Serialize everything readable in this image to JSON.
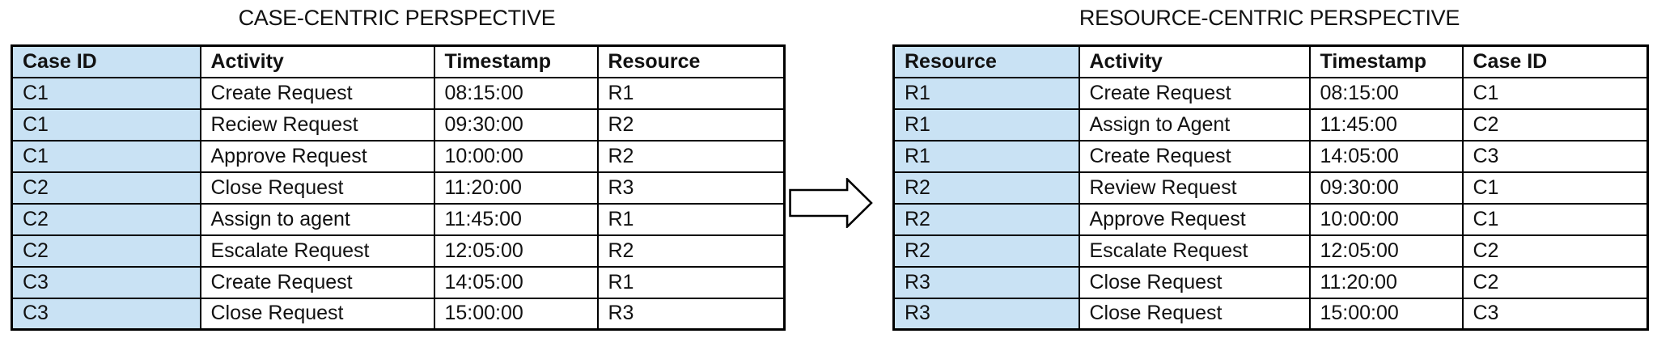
{
  "colors": {
    "highlight": "#c9e2f4",
    "border": "#000000",
    "background": "#ffffff",
    "text": "#111111"
  },
  "arrow": {
    "icon": "right-arrow",
    "direction": "right"
  },
  "tables": [
    {
      "id": "case-centric",
      "title": "CASE-CENTRIC PERSPECTIVE",
      "headers": [
        "Case ID",
        "Activity",
        "Timestamp",
        "Resource"
      ],
      "highlight_column": 0,
      "rows": [
        [
          "C1",
          "Create Request",
          "08:15:00",
          "R1"
        ],
        [
          "C1",
          "Reciew Request",
          "09:30:00",
          "R2"
        ],
        [
          "C1",
          "Approve Request",
          "10:00:00",
          "R2"
        ],
        [
          "C2",
          "Close Request",
          "11:20:00",
          "R3"
        ],
        [
          "C2",
          "Assign to agent",
          "11:45:00",
          "R1"
        ],
        [
          "C2",
          "Escalate Request",
          "12:05:00",
          "R2"
        ],
        [
          "C3",
          "Create Request",
          "14:05:00",
          "R1"
        ],
        [
          "C3",
          "Close Request",
          "15:00:00",
          "R3"
        ]
      ]
    },
    {
      "id": "resource-centric",
      "title": "RESOURCE-CENTRIC PERSPECTIVE",
      "headers": [
        "Resource",
        "Activity",
        "Timestamp",
        "Case ID"
      ],
      "highlight_column": 0,
      "rows": [
        [
          "R1",
          "Create Request",
          "08:15:00",
          "C1"
        ],
        [
          "R1",
          "Assign to Agent",
          "11:45:00",
          "C2"
        ],
        [
          "R1",
          "Create Request",
          "14:05:00",
          "C3"
        ],
        [
          "R2",
          "Review Request",
          "09:30:00",
          "C1"
        ],
        [
          "R2",
          "Approve Request",
          "10:00:00",
          "C1"
        ],
        [
          "R2",
          "Escalate Request",
          "12:05:00",
          "C2"
        ],
        [
          "R3",
          "Close Request",
          "11:20:00",
          "C2"
        ],
        [
          "R3",
          "Close Request",
          "15:00:00",
          "C3"
        ]
      ]
    }
  ]
}
